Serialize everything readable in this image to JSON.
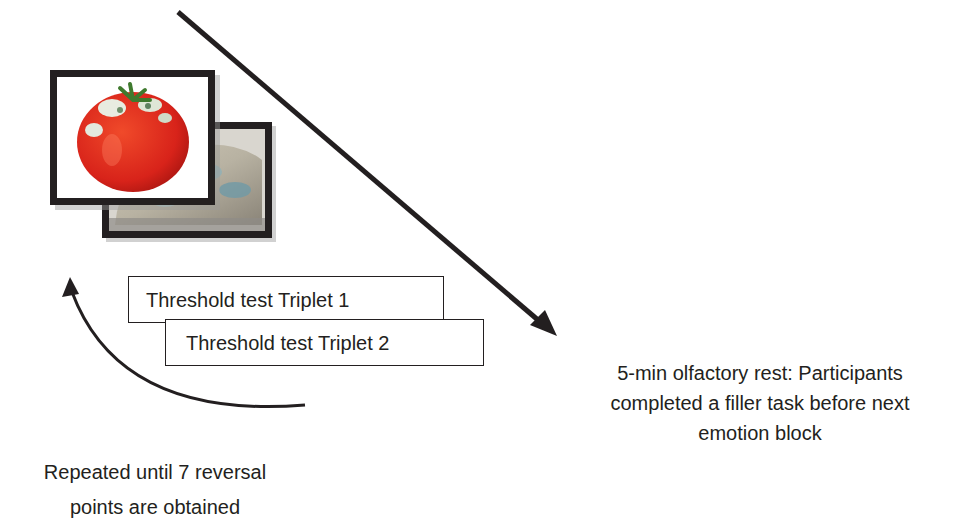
{
  "diagram": {
    "nodes": [
      {
        "text": [
          "Threshold test Triplet 1"
        ]
      },
      {
        "text": [
          "Threshold test Triplet 2"
        ]
      }
    ],
    "labels": [
      "Repeated until 7 reversal points are obtained",
      "5-min olfactory rest: Participants completed a filler task before next emotion block"
    ]
  }
}
